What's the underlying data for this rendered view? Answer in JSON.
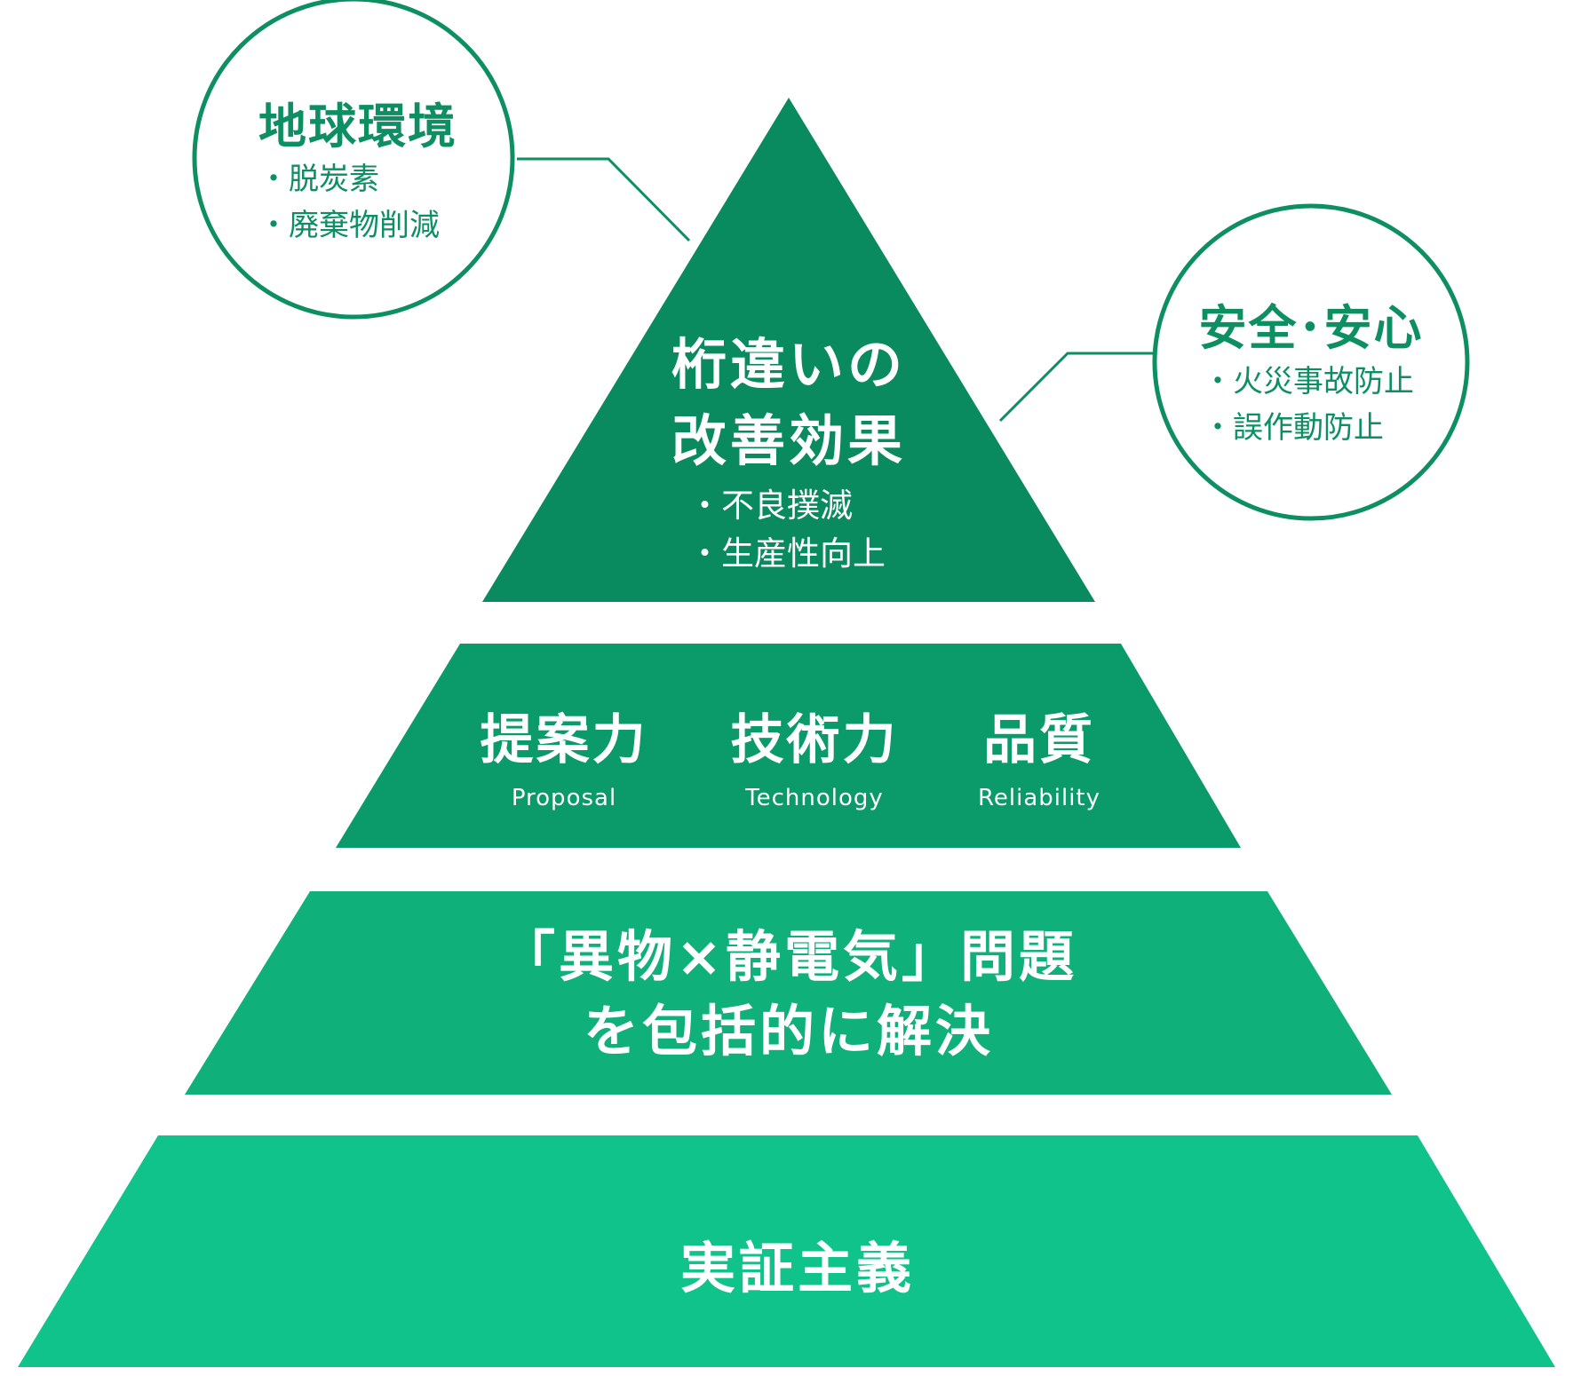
{
  "colors": {
    "apex": "#0a8a5f",
    "tier2": "#0b9a69",
    "tier3": "#10b07b",
    "tier4": "#10c38a",
    "outline": "#0e8f62",
    "text_light": "#ffffff",
    "text_green": "#0e8f62"
  },
  "apex": {
    "title_line1": "桁違いの",
    "title_line2": "改善効果",
    "bullets": [
      "・不良撲滅",
      "・生産性向上"
    ]
  },
  "tier2": {
    "items": [
      {
        "label": "提案力",
        "sub": "Proposal"
      },
      {
        "label": "技術力",
        "sub": "Technology"
      },
      {
        "label": "品質",
        "sub": "Reliability"
      }
    ]
  },
  "tier3": {
    "line1": "「異物×静電気」問題",
    "line2": "を包括的に解決"
  },
  "tier4": {
    "label": "実証主義"
  },
  "circle_left": {
    "title": "地球環境",
    "bullets": [
      "・脱炭素",
      "・廃棄物削減"
    ]
  },
  "circle_right": {
    "title": "安全･安心",
    "bullets": [
      "・火災事故防止",
      "・誤作動防止"
    ]
  }
}
